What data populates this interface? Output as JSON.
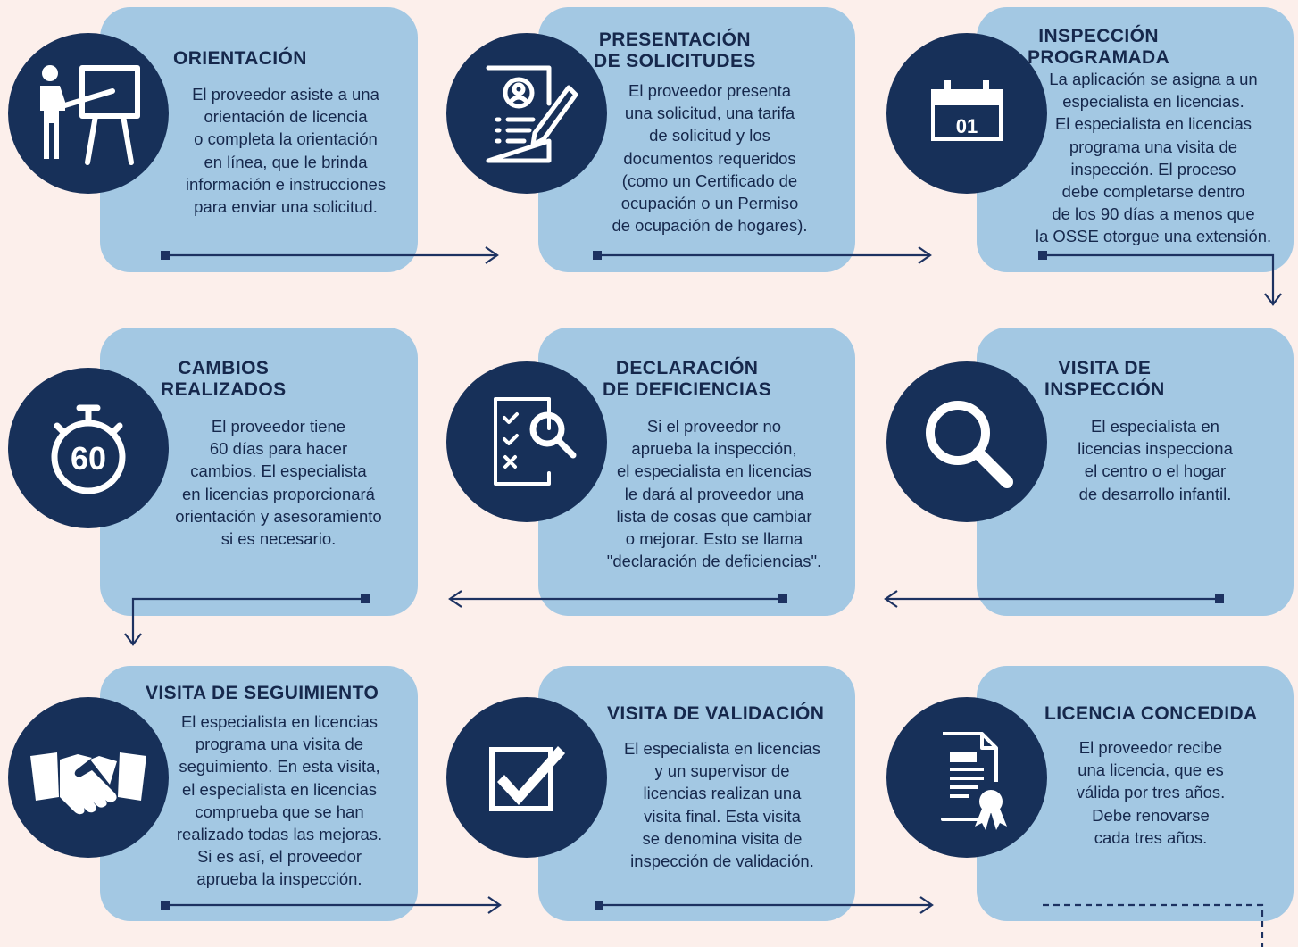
{
  "colors": {
    "background": "#fcefeb",
    "card": "#a3c8e3",
    "circle": "#173059",
    "text": "#16284c",
    "arrow": "#1d3261"
  },
  "steps": [
    {
      "id": 1,
      "icon": "presentation-icon",
      "title": "ORIENTACIÓN",
      "text": "El proveedor asiste a una\norientación de licencia\no completa la orientación\nen línea, que le brinda\ninformación e instrucciones\npara enviar una solicitud."
    },
    {
      "id": 2,
      "icon": "application-form-icon",
      "title": "PRESENTACIÓN\nDE SOLICITUDES",
      "text": "El proveedor presenta\nuna solicitud, una tarifa\nde solicitud y los\ndocumentos requeridos\n(como un Certificado de\nocupación o un Permiso\nde ocupación de hogares)."
    },
    {
      "id": 3,
      "icon": "calendar-icon",
      "icon_label": "01",
      "title": "INSPECCIÓN\nPROGRAMADA",
      "text": "La aplicación se asigna a un\nespecialista en licencias.\nEl especialista en licencias\nprograma una visita de\ninspección. El proceso\ndebe completarse dentro\nde los 90 días a menos que\nla OSSE otorgue una extensión."
    },
    {
      "id": 4,
      "icon": "magnifier-icon",
      "title": "VISITA DE\nINSPECCIÓN",
      "text": "El especialista en\nlicencias inspecciona\nel centro o el hogar\nde desarrollo infantil."
    },
    {
      "id": 5,
      "icon": "checklist-search-icon",
      "title": "DECLARACIÓN\nDE DEFICIENCIAS",
      "text": "Si el proveedor no\naprueba la inspección,\nel especialista en licencias\nle dará al proveedor una\nlista de cosas que cambiar\no mejorar. Esto se llama\n\"declaración de deficiencias\"."
    },
    {
      "id": 6,
      "icon": "stopwatch-icon",
      "icon_label": "60",
      "title": "CAMBIOS\nREALIZADOS",
      "text": "El proveedor tiene\n60 días para hacer\ncambios. El especialista\nen licencias proporcionará\norientación y asesoramiento\nsi es necesario."
    },
    {
      "id": 7,
      "icon": "handshake-icon",
      "title": "VISITA DE SEGUIMIENTO",
      "text": "El especialista en licencias\nprograma una visita de\nseguimiento. En esta visita,\nel especialista en licencias\ncomprueba que se han\nrealizado todas las mejoras.\nSi es así, el proveedor\naprueba la inspección."
    },
    {
      "id": 8,
      "icon": "checkbox-icon",
      "title": "VISITA DE VALIDACIÓN",
      "text": "El especialista en licencias\ny un supervisor de\nlicencias realizan una\nvisita final. Esta visita\nse denomina visita de\ninspección de validación."
    },
    {
      "id": 9,
      "icon": "certificate-icon",
      "title": "LICENCIA CONCEDIDA",
      "text": "El proveedor recibe\nuna licencia, que es\nválida por tres años.\nDebe renovarse\ncada tres años."
    }
  ]
}
